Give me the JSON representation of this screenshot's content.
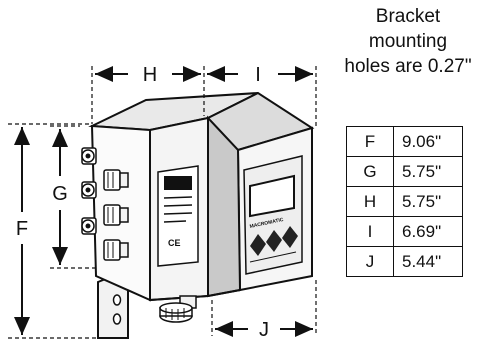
{
  "note": {
    "lines": [
      "Bracket",
      "mounting",
      "holes are 0.27\""
    ]
  },
  "dimension_labels": {
    "H": "H",
    "I": "I",
    "G": "G",
    "F": "F",
    "J": "J"
  },
  "panel_logo": "MACROMATIC",
  "ce_mark": "CE",
  "dimensions_table": {
    "rows": [
      {
        "key": "F",
        "value": "9.06\""
      },
      {
        "key": "G",
        "value": "5.75\""
      },
      {
        "key": "H",
        "value": "5.75\""
      },
      {
        "key": "I",
        "value": "6.69\""
      },
      {
        "key": "J",
        "value": "5.44\""
      }
    ]
  }
}
